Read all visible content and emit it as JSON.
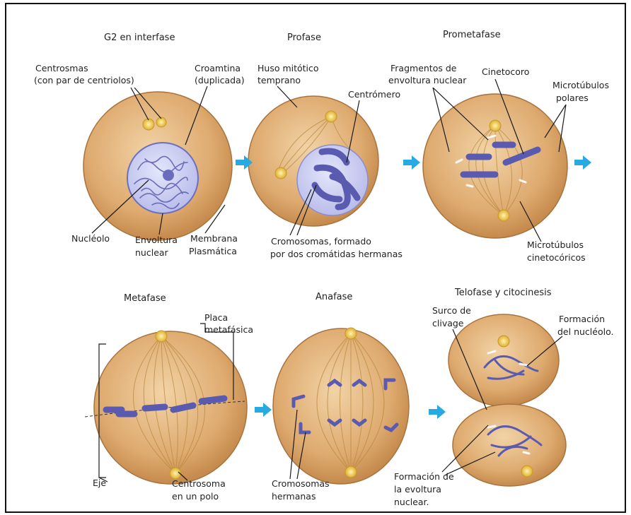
{
  "titles": {
    "g2": "G2 en interfase",
    "profase": "Profase",
    "prometafase": "Prometafase",
    "metafase": "Metafase",
    "anafase": "Anafase",
    "telofase": "Telofase y citocinesis"
  },
  "labels": {
    "centrosomas_1": "Centrosmas",
    "centrosomas_2": "(con par de centriolos)",
    "cromatina_1": "Croamtina",
    "cromatina_2": "(duplicada)",
    "nucleolo": "Nucléolo",
    "envoltura_1": "Envoltura",
    "envoltura_2": "nuclear",
    "membrana_1": "Membrana",
    "membrana_2": "Plasmática",
    "huso_1": "Huso mitótico",
    "huso_2": "temprano",
    "centromero": "Centrómero",
    "cromosomas_1": "Cromosomas, formado",
    "cromosomas_2": "por dos cromátidas hermanas",
    "fragmentos_1": "Fragmentos de",
    "fragmentos_2": "envoltura nuclear",
    "cinetocoro": "Cinetocoro",
    "mt_polares_1": "Microtúbulos",
    "mt_polares_2": "polares",
    "mt_cineto_1": "Microtúbulos",
    "mt_cineto_2": "cinetocóricos",
    "placa_1": "Placa",
    "placa_2": "metafásica",
    "eje": "Eje",
    "centrosoma_polo_1": "Centrosoma",
    "centrosoma_polo_2": "en un polo",
    "cromosomas_herm_1": "Cromosomas",
    "cromosomas_herm_2": "hermanas",
    "surco_1": "Surco de",
    "surco_2": "clivage",
    "form_nucleolo_1": "Formación",
    "form_nucleolo_2": "del nucléolo.",
    "form_envoltura_1": "Formación de",
    "form_envoltura_2": "la evoltura",
    "form_envoltura_3": "nuclear."
  },
  "colors": {
    "cell": "#d9a870",
    "cell_edge": "#a8733e",
    "nucleus": "#c9cdf0",
    "chromosome": "#5a5bb0",
    "centrosome": "#f0c94a",
    "arrow": "#27a9e1"
  }
}
